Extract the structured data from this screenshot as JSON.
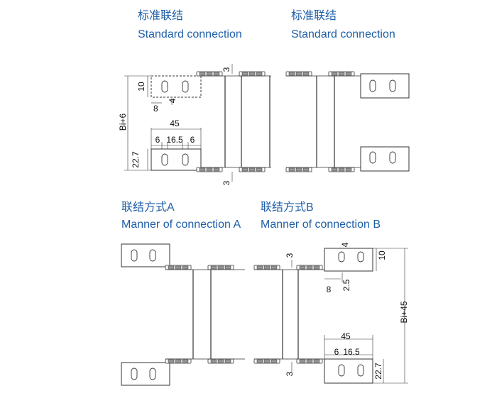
{
  "sections": {
    "standard_left": {
      "cn": "标准联结",
      "en": "Standard connection"
    },
    "standard_right": {
      "cn": "标准联结",
      "en": "Standard connection"
    },
    "manner_a": {
      "cn": "联结方式A",
      "en": "Manner of connection A"
    },
    "manner_b": {
      "cn": "联结方式B",
      "en": "Manner of connection B"
    }
  },
  "dimensions": {
    "top": {
      "gap_top": "3",
      "gap_bottom": "3",
      "height_10": "10",
      "hole_4": "4",
      "offset_8": "8",
      "width_bi": "Bi+6",
      "total_45": "45",
      "edge_6a": "6",
      "pitch_16_5": "16.5",
      "edge_6b": "6",
      "height_22_7": "22.7"
    },
    "bottom": {
      "gap_top": "3",
      "gap_bottom": "3",
      "hole_4": "4",
      "height_10": "10",
      "offset_8": "8",
      "offset_2_5": "2.5",
      "width_bi": "Bi+45",
      "total_45": "45",
      "edge_6": "6",
      "pitch_16_5": "16.5",
      "height_22_7": "22.7"
    }
  }
}
